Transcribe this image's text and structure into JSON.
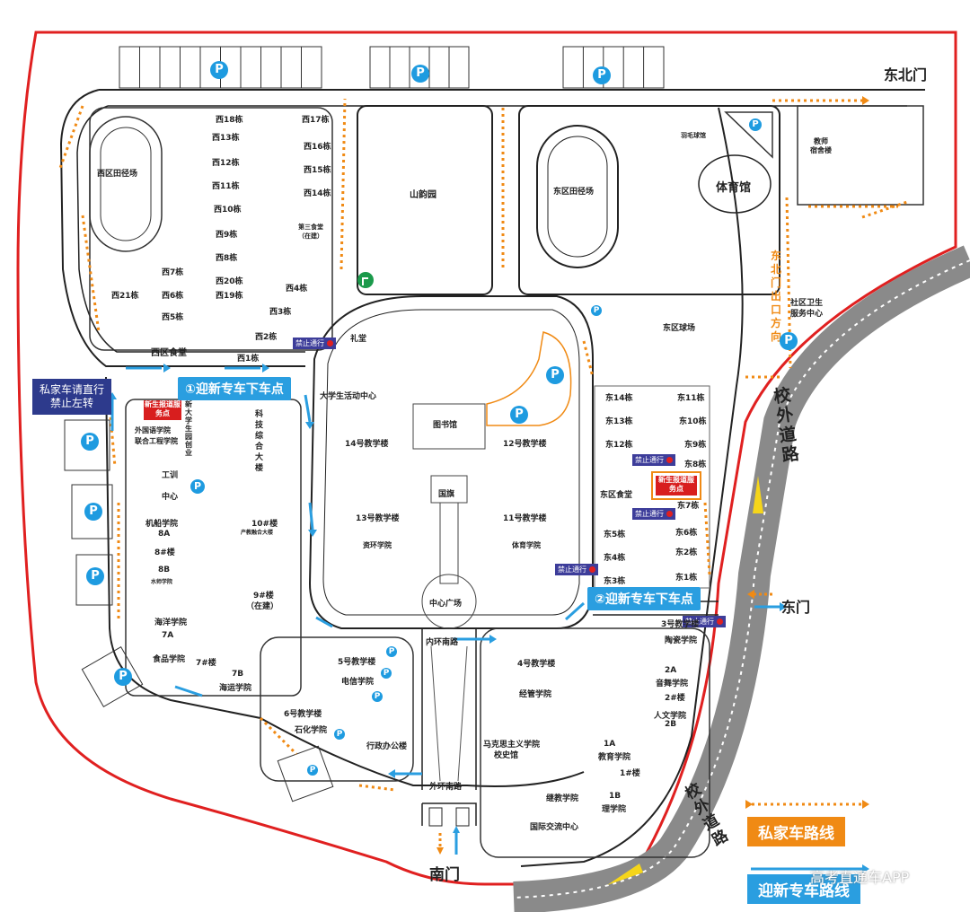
{
  "gates": {
    "northeast": "东北门",
    "east": "东门",
    "south": "南门"
  },
  "roads": {
    "inner_south": "内环南路",
    "outer_south": "外环南路",
    "outside_right": "校外道路",
    "outside_bottom": "校外道路",
    "northeast_exit": "东北门出口方向"
  },
  "badges": {
    "drop1": "①迎新专车下车点",
    "drop2": "②迎新专车下车点",
    "private_notice_1": "私家车请直行",
    "private_notice_2": "禁止左转",
    "no_entry": "禁止通行",
    "registration_1": "新生报道服务点",
    "registration_2": "新生报道服务点"
  },
  "legend": {
    "private": "私家车路线",
    "shuttle": "迎新专车路线"
  },
  "parking_symbol": "P",
  "watermark": "高考直通车APP",
  "west": {
    "track": "西区田径场",
    "canteen": "西区食堂",
    "buildings": [
      "西18栋",
      "西17栋",
      "西13栋",
      "西16栋",
      "西12栋",
      "西15栋",
      "西11栋",
      "西14栋",
      "西10栋",
      "西9栋",
      "西8栋",
      "西7栋",
      "西21栋",
      "西6栋",
      "西20栋",
      "西19栋",
      "西4栋",
      "西5栋",
      "西3栋",
      "西2栋",
      "西1栋"
    ],
    "canteen3_line1": "第三食堂",
    "canteen3_line2": "（在建）"
  },
  "north": {
    "garden": "山韵园",
    "badminton": "羽毛球馆",
    "east_track": "东区田径场",
    "gym": "体育馆",
    "teacher_dorm_1": "教师",
    "teacher_dorm_2": "宿舍楼",
    "community_1": "社区卫生",
    "community_2": "服务中心"
  },
  "center": {
    "hall": "礼堂",
    "activity": "大学生活动中心",
    "library": "图书馆",
    "flag": "国旗",
    "plaza": "中心广场",
    "b14": "14号教学楼",
    "b12": "12号教学楼",
    "b13": "13号教学楼",
    "resources": "资环学院",
    "b11": "11号教学楼",
    "sports": "体育学院"
  },
  "east": {
    "court": "东区球场",
    "canteen": "东区食堂",
    "buildings": [
      "东14栋",
      "东11栋",
      "东13栋",
      "东10栋",
      "东12栋",
      "东9栋",
      "东8栋",
      "东7栋",
      "东6栋",
      "东5栋",
      "东4栋",
      "东2栋",
      "东3栋",
      "东1栋"
    ]
  },
  "southwest": {
    "reg_line": "新大学生园创业",
    "foreign": "外国语学院",
    "joint": "联合工程学院",
    "training_1": "工训",
    "training_2": "中心",
    "tech": "科技综合大楼",
    "ship": "机船学院",
    "b8a": "8A",
    "b8": "8#楼",
    "b8b": "8B",
    "water": "水师学院",
    "b10": "10#楼",
    "b10sub": "产教融合大楼",
    "b9": "9#楼",
    "b9sub": "（在建）",
    "ocean": "海洋学院",
    "b7a": "7A",
    "food": "食品学院",
    "b7": "7#楼",
    "b7b": "7B",
    "shipping": "海运学院"
  },
  "south": {
    "b5": "5号教学楼",
    "telecom": "电信学院",
    "b6": "6号教学楼",
    "chem": "石化学院",
    "admin": "行政办公楼",
    "b4": "4号教学楼",
    "econ": "经管学院",
    "marx_1": "马克思主义学院",
    "marx_2": "校史馆",
    "b1a": "1A",
    "edu": "教育学院",
    "b1": "1#楼",
    "b1b": "1B",
    "sci": "理学院",
    "cont": "继教学院",
    "intl": "国际交流中心",
    "b3": "3号教学楼",
    "ceramic": "陶瓷学院",
    "b2a": "2A",
    "music": "音舞学院",
    "b2": "2#楼",
    "humanities": "人文学院",
    "b2b": "2B"
  },
  "colors": {
    "boundary": "#e02020",
    "road": "#222222",
    "private": "#f08a14",
    "shuttle": "#2a9ee0",
    "outside_road": "#8a8a8a",
    "parking": "#1e9be0",
    "navy": "#2d3a8c"
  }
}
